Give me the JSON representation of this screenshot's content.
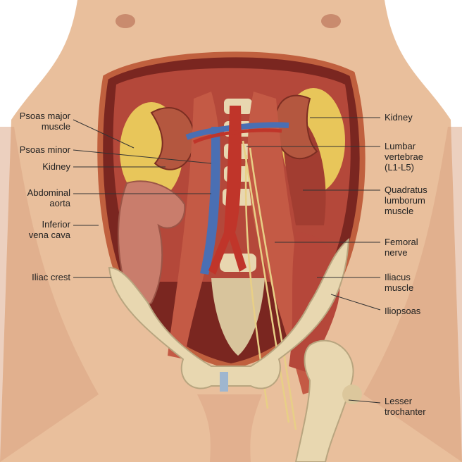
{
  "colors": {
    "skin": "#e9bf9c",
    "skin_shade": "#d9a27f",
    "muscle": "#b4483a",
    "muscle_dark": "#8e2f26",
    "fat": "#e8c65a",
    "kidney": "#b4573f",
    "artery": "#c0352a",
    "vein": "#4a6fb3",
    "bone": "#e8d7b0",
    "nerve": "#e8cf86",
    "intestine": "#c97d6c",
    "leader": "#333333",
    "text": "#222222"
  },
  "labels": {
    "left": [
      {
        "id": "psoas-major",
        "lines": [
          "Psoas major",
          "muscle"
        ]
      },
      {
        "id": "psoas-minor",
        "lines": [
          "Psoas minor"
        ]
      },
      {
        "id": "kidney-left",
        "lines": [
          "Kidney"
        ]
      },
      {
        "id": "abdominal-aorta",
        "lines": [
          "Abdominal",
          "aorta"
        ]
      },
      {
        "id": "inferior-vena-cava",
        "lines": [
          "Inferior",
          "vena cava"
        ]
      },
      {
        "id": "iliac-crest",
        "lines": [
          "Iliac crest"
        ]
      }
    ],
    "right": [
      {
        "id": "kidney-right",
        "lines": [
          "Kidney"
        ]
      },
      {
        "id": "lumbar-vertebrae",
        "lines": [
          "Lumbar",
          "vertebrae",
          "(L1-L5)"
        ]
      },
      {
        "id": "quadratus-lumborum",
        "lines": [
          "Quadratus",
          "lumborum",
          "muscle"
        ]
      },
      {
        "id": "femoral-nerve",
        "lines": [
          "Femoral",
          "nerve"
        ]
      },
      {
        "id": "iliacus",
        "lines": [
          "Iliacus",
          "muscle"
        ]
      },
      {
        "id": "iliopsoas",
        "lines": [
          "Iliopsoas"
        ]
      },
      {
        "id": "lesser-trochanter",
        "lines": [
          "Lesser",
          "trochanter"
        ]
      }
    ]
  }
}
